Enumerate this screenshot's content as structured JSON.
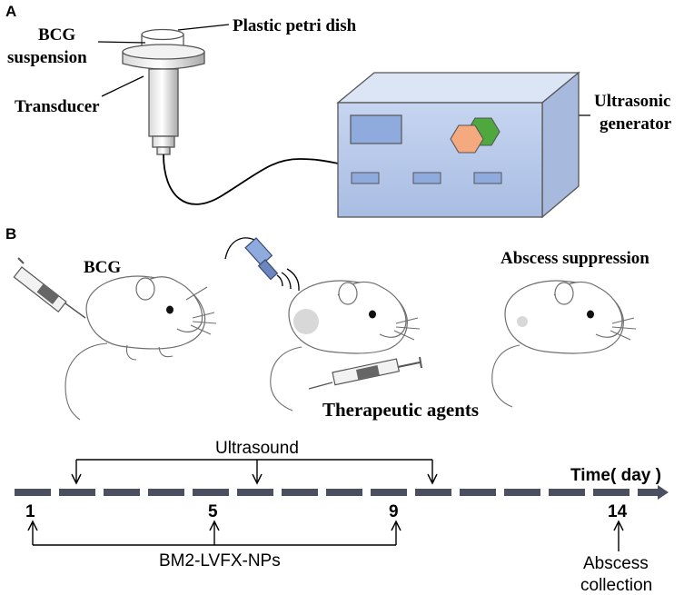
{
  "panels": {
    "a": "A",
    "b": "B"
  },
  "panel_a": {
    "bcg_line1": "BCG",
    "bcg_line2": "suspension",
    "dish": "Plastic petri dish",
    "transducer": "Transducer",
    "generator_line1": "Ultrasonic",
    "generator_line2": "generator"
  },
  "panel_b": {
    "bcg": "BCG",
    "abscess_suppression": "Abscess suppression",
    "therapeutic": "Therapeutic agents",
    "ultrasound": "Ultrasound",
    "time_axis": "Time( day )",
    "nps": "BM2-LVFX-NPs",
    "collection_line1": "Abscess",
    "collection_line2": "collection",
    "day_labels": [
      "1",
      "5",
      "9",
      "14"
    ]
  },
  "colors": {
    "generator_front": "#b9cbec",
    "hex_orange": "#f4a97e",
    "hex_green": "#4fa83d",
    "timeline": "#4a5060",
    "abscess_gray": "#d8d8d8"
  }
}
